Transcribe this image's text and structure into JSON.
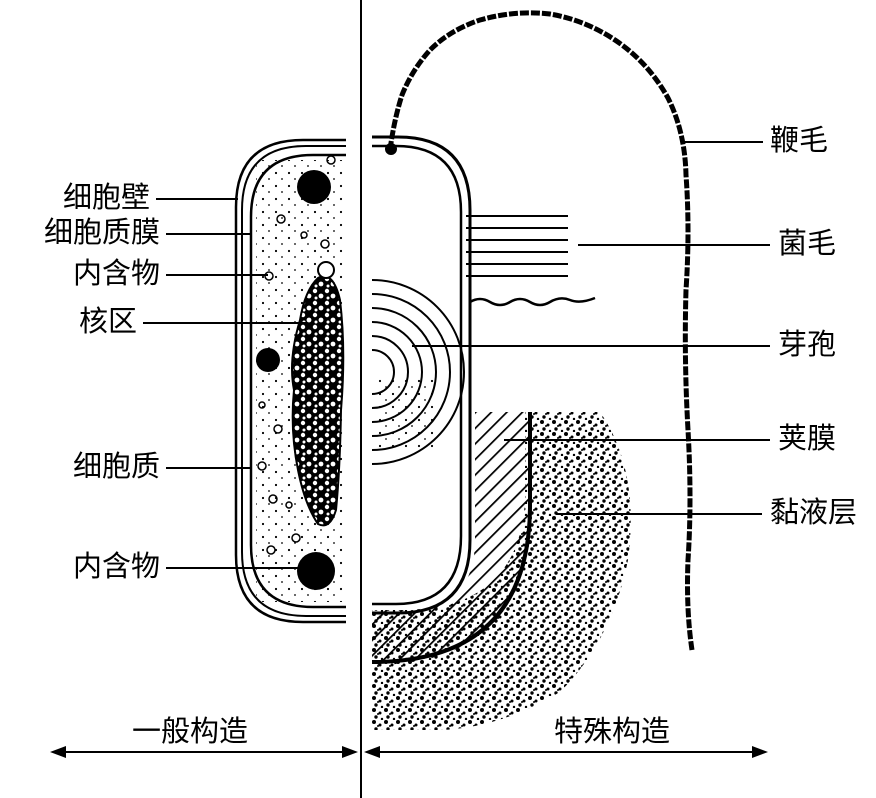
{
  "labels_left": {
    "cell_wall": "细胞壁",
    "cell_membrane": "细胞质膜",
    "inclusion_top": "内含物",
    "nuclear_area": "核区",
    "cytoplasm": "细胞质",
    "inclusion_bottom": "内含物"
  },
  "labels_right": {
    "flagellum": "鞭毛",
    "pilus": "菌毛",
    "spore": "芽孢",
    "capsule": "荚膜",
    "slime_layer": "黏液层"
  },
  "sections": {
    "general": "一般构造",
    "special": "特殊构造"
  }
}
